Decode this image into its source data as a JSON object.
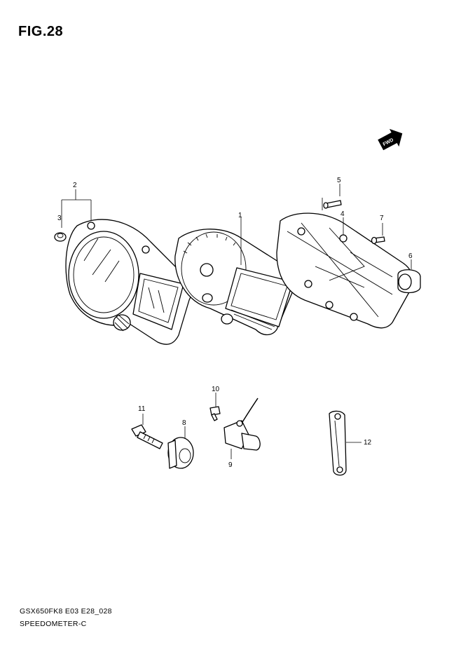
{
  "figure": {
    "title": "FIG.28"
  },
  "fwd_arrow": {
    "label": "FWD"
  },
  "callouts": [
    {
      "number": "1"
    },
    {
      "number": "2"
    },
    {
      "number": "3"
    },
    {
      "number": "4"
    },
    {
      "number": "5"
    },
    {
      "number": "6"
    },
    {
      "number": "7"
    },
    {
      "number": "8"
    },
    {
      "number": "9"
    },
    {
      "number": "10"
    },
    {
      "number": "11"
    },
    {
      "number": "12"
    }
  ],
  "footer": {
    "code": "GSX650FK8 E03 E28_028",
    "name": "SPEEDOMETER-C"
  }
}
